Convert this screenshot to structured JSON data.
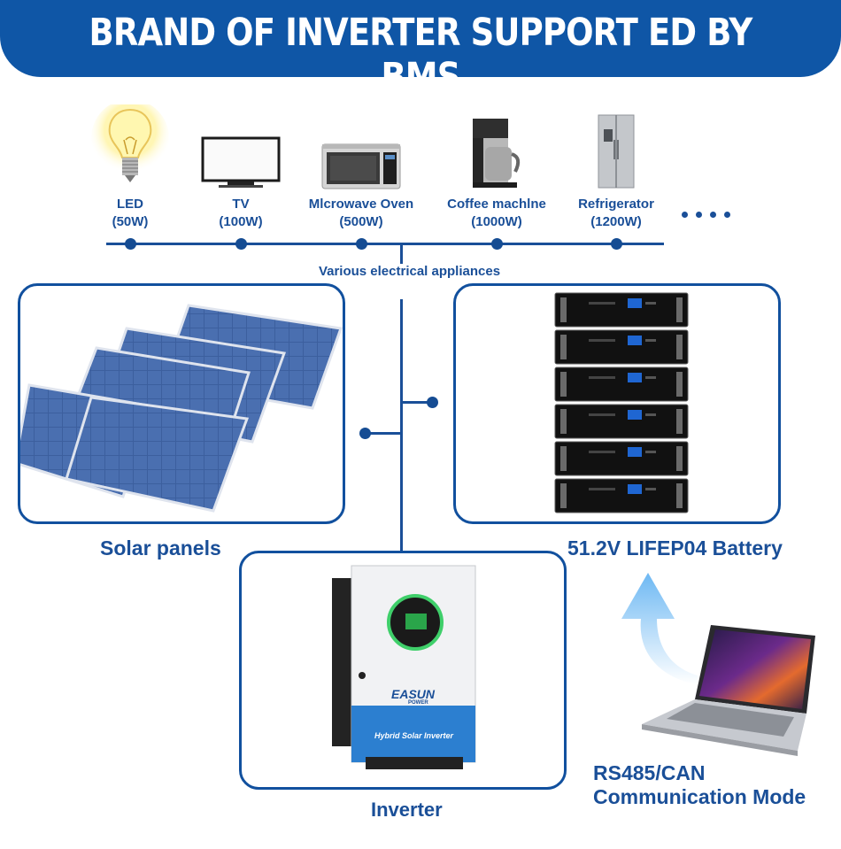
{
  "header": {
    "title": "BRAND OF INVERTER SUPPORT ED BY BMS"
  },
  "appliances": [
    {
      "name": "LED",
      "power": "(50W)",
      "icon": "light-bulb-icon"
    },
    {
      "name": "TV",
      "power": "(100W)",
      "icon": "tv-icon"
    },
    {
      "name": "Mlcrowave Oven",
      "power": "(500W)",
      "icon": "microwave-icon"
    },
    {
      "name": "Coffee machlne",
      "power": "(1000W)",
      "icon": "coffee-machine-icon"
    },
    {
      "name": "Refrigerator",
      "power": "(1200W)",
      "icon": "refrigerator-icon"
    }
  ],
  "bus_label": "Various electrical appliances",
  "solar": {
    "label": "Solar panels"
  },
  "battery": {
    "label": "51.2V LIFEP04 Battery"
  },
  "inverter": {
    "label": "Inverter",
    "brand": "EASUN",
    "brand_sub": "POWER",
    "panel_text": "Hybrid Solar Inverter"
  },
  "comm": {
    "line1": "RS485/CAN",
    "line2": "Communication Mode"
  },
  "colors": {
    "primary": "#0f56a6",
    "text": "#1a4f98",
    "arrow": "#7cc0f5"
  }
}
